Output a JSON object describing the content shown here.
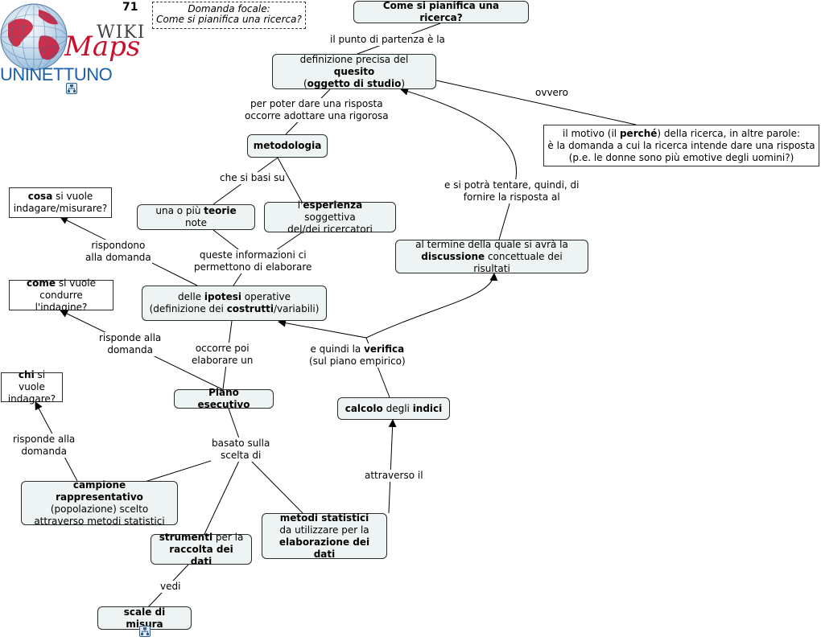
{
  "page_number": "71",
  "focal": {
    "line1": "Domanda focale:",
    "line2": "Come si pianifica una ricerca?"
  },
  "logo": {
    "wiki": "WIKI",
    "maps": "Maps",
    "org": "UNINETTUNO"
  },
  "nodes": {
    "come": {
      "b": "Come si pianifica una ricerca?"
    },
    "definizione": {
      "l1a": "definizione precisa del ",
      "l1b": "quesito",
      "l2a": "(",
      "l2b": "oggetto di studio",
      "l2c": ")"
    },
    "motivo": {
      "l1a": "il motivo (il ",
      "l1b": "perché",
      "l1c": ") della ricerca, in altre parole:",
      "l2": "è la domanda a cui la ricerca intende dare una risposta",
      "l3": "(p.e. le donne sono più emotive degli uomini?)"
    },
    "metodologia": {
      "b": "metodologia"
    },
    "teorie": {
      "a": "una o più ",
      "b": "teorie",
      "c": " note"
    },
    "esperienza": {
      "l1a": "l'",
      "l1b": "esperienza",
      "l1c": " soggettiva",
      "l2": "del/dei ricercatori"
    },
    "discussione": {
      "l1": "al termine della quale si avrà la",
      "l2b": "discussione",
      "l2c": " concettuale dei risultati"
    },
    "cosa": {
      "l1b": "cosa",
      "l1c": " si vuole",
      "l2": "indagare/misurare?"
    },
    "come_cond": {
      "l1b": "come",
      "l1c": " si vuole",
      "l2": "condurre l'indagine?"
    },
    "ipotesi": {
      "l1a": "delle ",
      "l1b": "ipotesi",
      "l1c": " operative",
      "l2a": "(definizione dei ",
      "l2b": "costrutti",
      "l2c": "/variabili)"
    },
    "chi": {
      "l1b": "chi",
      "l1c": " si vuole",
      "l2": "indagare?"
    },
    "piano": {
      "b": "Piano esecutivo"
    },
    "calcolo": {
      "b1": "calcolo",
      "m": " degli ",
      "b2": "indici"
    },
    "campione": {
      "l1b": "campione rappresentativo",
      "l2": "(popolazione) scelto",
      "l3": "attraverso metodi statistici"
    },
    "metodi": {
      "l1b": "metodi statistici",
      "l2": "da utilizzare per la",
      "l3b": "elaborazione dei dati"
    },
    "strumenti": {
      "l1b": "strumenti",
      "l1c": " per la",
      "l2b": "raccolta dei dati"
    },
    "scale": {
      "b": "scale di misura"
    }
  },
  "links": {
    "punto_partenza": "il punto di partenza è la",
    "ovvero": "ovvero",
    "per_poter": {
      "l1": "per poter dare una risposta",
      "l2": "occorre adottare una rigorosa"
    },
    "basi_su": "che si basi su",
    "tentare": {
      "l1": "e si potrà tentare, quindi, di",
      "l2": "fornire la risposta al"
    },
    "rispondono": {
      "l1": "rispondono",
      "l2": "alla domanda"
    },
    "queste": {
      "l1": "queste informazioni ci",
      "l2": "permettono di elaborare"
    },
    "risponde1": {
      "l1": "risponde alla",
      "l2": "domanda"
    },
    "occorre": {
      "l1": "occorre poi",
      "l2": "elaborare un"
    },
    "verifica": {
      "l1a": "e quindi la ",
      "l1b": "verifica",
      "l2": "(sul piano empirico)"
    },
    "risponde2": {
      "l1": "risponde alla",
      "l2": "domanda"
    },
    "basato": {
      "l1": "basato sulla",
      "l2": "scelta di"
    },
    "attraverso": "attraverso il",
    "vedi": "vedi"
  },
  "colors": {
    "node_fill": "#eef3f4",
    "line": "#000000",
    "logo_red": "#c8102e",
    "logo_blue": "#1a5fa8"
  }
}
